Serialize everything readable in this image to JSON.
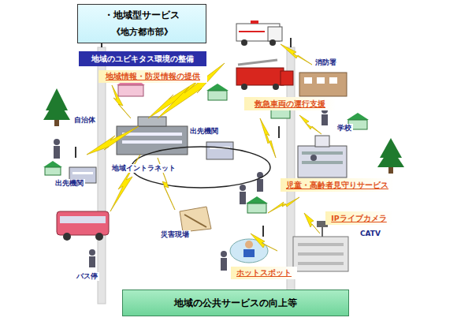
{
  "diagram": {
    "nodes": [
      {
        "text": [
          "・地域型サービス",
          "《地方都市部》"
        ]
      },
      {
        "text": [
          "地域のユビキタス環境の整備"
        ]
      },
      {
        "text": [
          "地域情報・防災情報の提供"
        ]
      },
      {
        "text": [
          "救急車両の運行支援"
        ]
      },
      {
        "text": [
          "児童・高齢者見守りサービス"
        ]
      },
      {
        "text": [
          "IPライブカメラ"
        ]
      },
      {
        "text": [
          "ホットスポット"
        ]
      },
      {
        "text": [
          "地域の公共サービスの向上等"
        ]
      }
    ],
    "labels": [
      "消防署",
      "自治体",
      "出先機関",
      "学校",
      "地域イントラネット",
      "出先機関",
      "災害現場",
      "CATV",
      "バス停"
    ]
  }
}
